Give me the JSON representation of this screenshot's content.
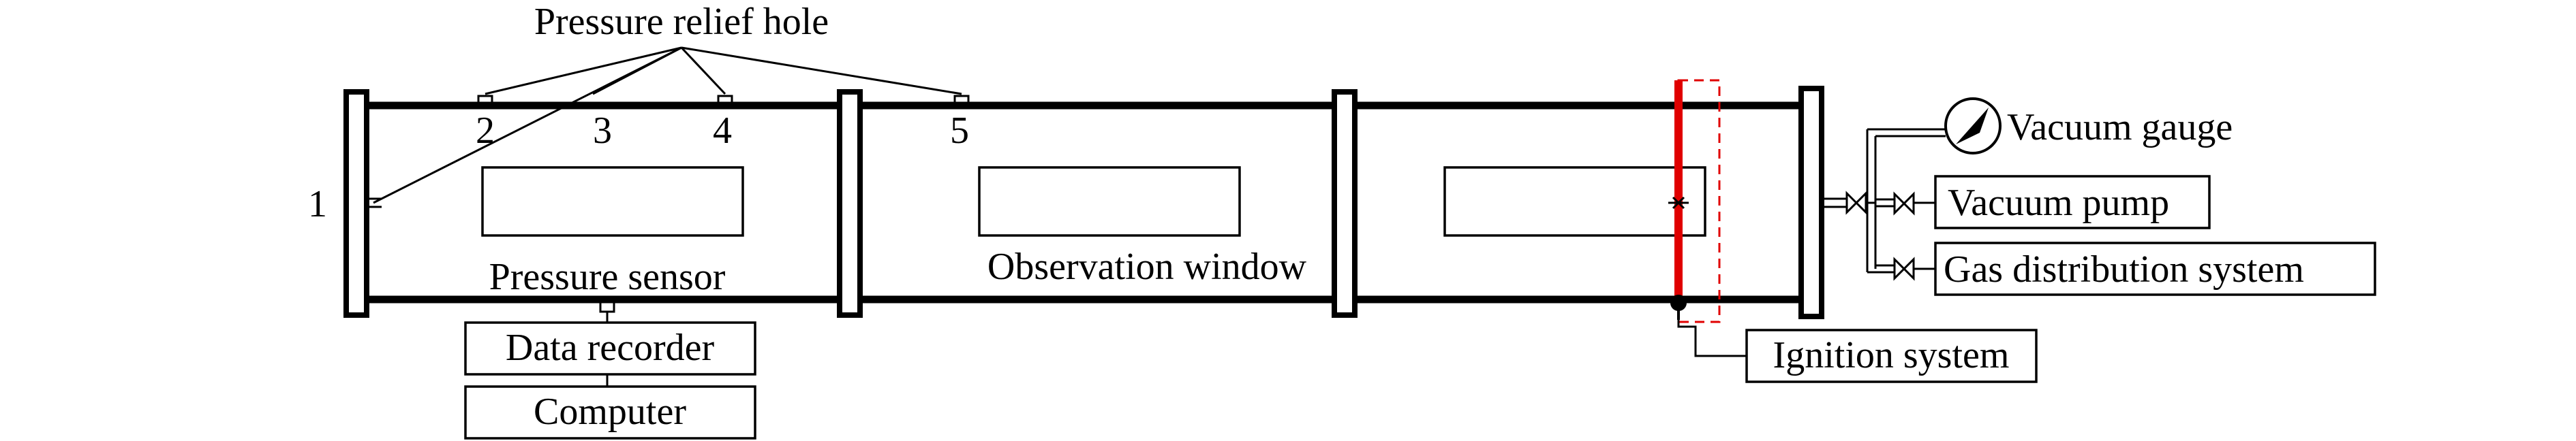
{
  "labels": {
    "relief_hole": "Pressure relief hole",
    "hole_1": "1",
    "hole_2": "2",
    "hole_3": "3",
    "hole_4": "4",
    "hole_5": "5",
    "pressure_sensor": "Pressure sensor",
    "observation_window": "Observation window",
    "vacuum_gauge": "Vacuum gauge",
    "vacuum_pump": "Vacuum pump",
    "gas_distribution": "Gas distribution system",
    "data_recorder": "Data recorder",
    "computer": "Computer",
    "ignition_system": "Ignition system"
  },
  "colors": {
    "line": "#000000",
    "ignition": "#e00000"
  }
}
